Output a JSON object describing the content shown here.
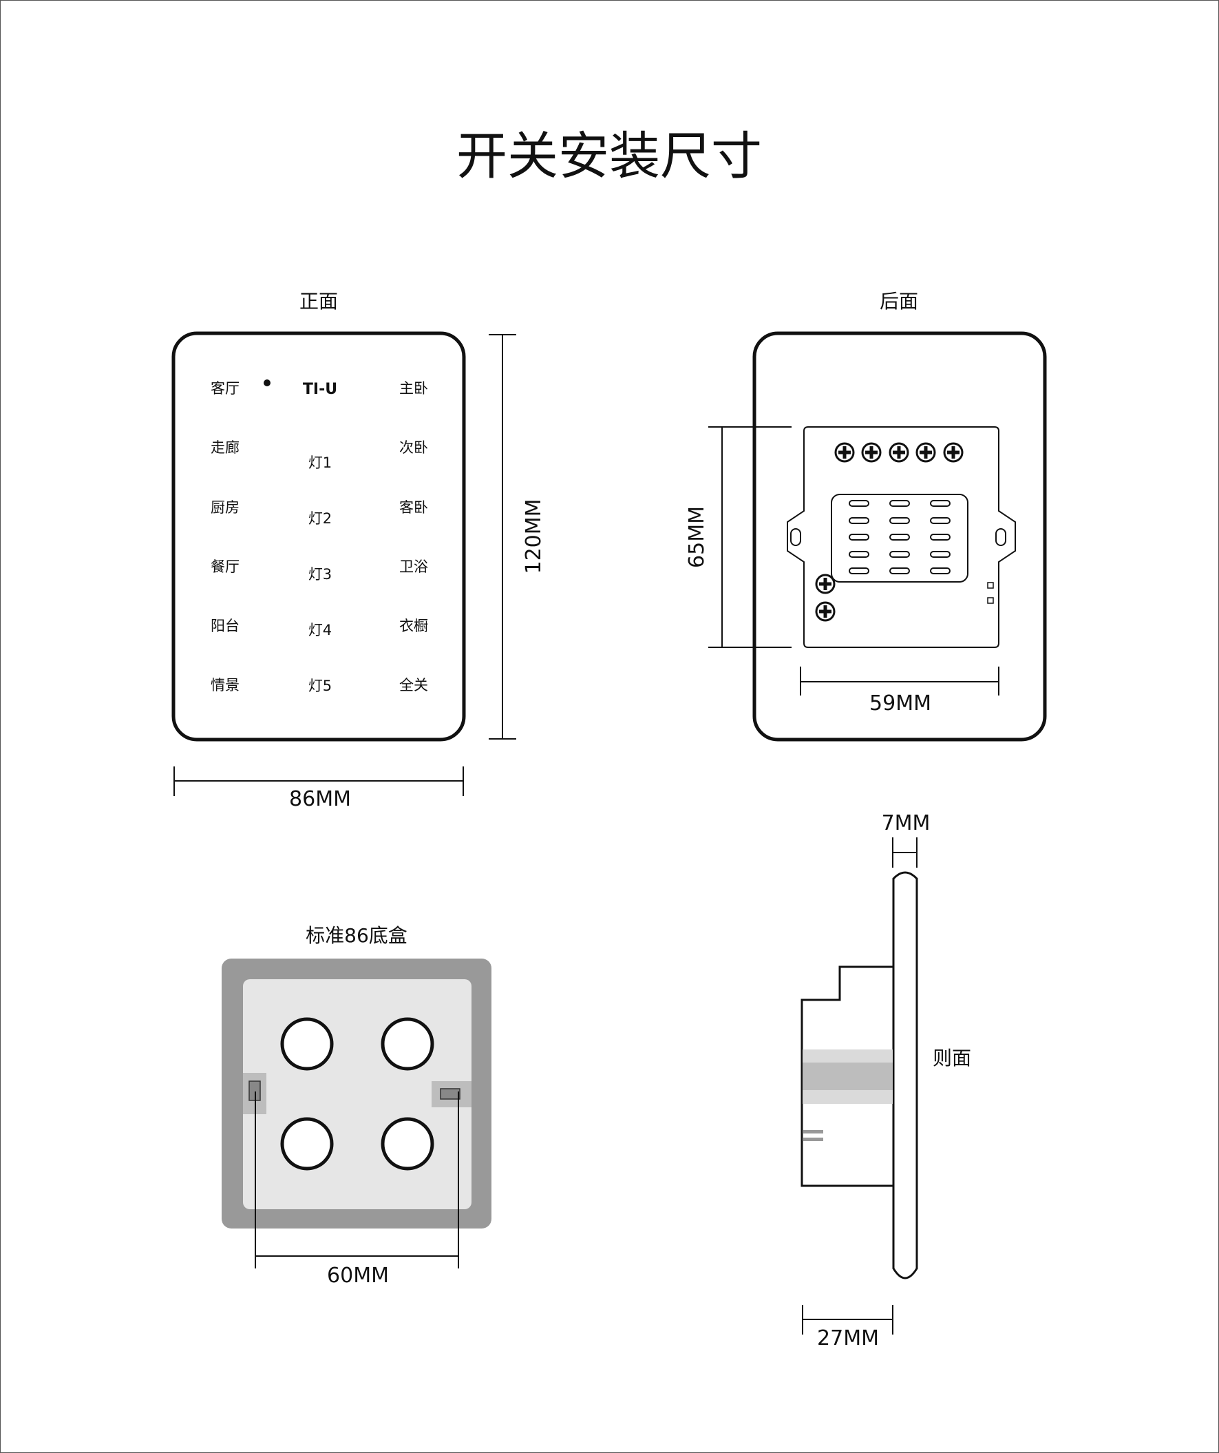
{
  "title": "开关安装尺寸",
  "colors": {
    "line": "#111111",
    "box_outer": "#999999",
    "box_inner": "#e6e6e6",
    "side_band_light": "#dadada",
    "side_band_dark": "#bdbdbd"
  },
  "front": {
    "label": "正面",
    "logo": "TI-U",
    "left_labels": [
      "客厅",
      "走廊",
      "厨房",
      "餐厅",
      "阳台",
      "情景"
    ],
    "center_labels": [
      "灯1",
      "灯2",
      "灯3",
      "灯4",
      "灯5"
    ],
    "right_labels": [
      "主卧",
      "次卧",
      "客卧",
      "卫浴",
      "衣橱",
      "全关"
    ],
    "width_label": "86MM",
    "height_label": "120MM"
  },
  "back": {
    "label": "后面",
    "height_label": "65MM",
    "width_label": "59MM"
  },
  "box": {
    "label": "标准86底盒",
    "width_label": "60MM"
  },
  "side": {
    "label": "则面",
    "thickness_label": "7MM",
    "depth_label": "27MM"
  }
}
